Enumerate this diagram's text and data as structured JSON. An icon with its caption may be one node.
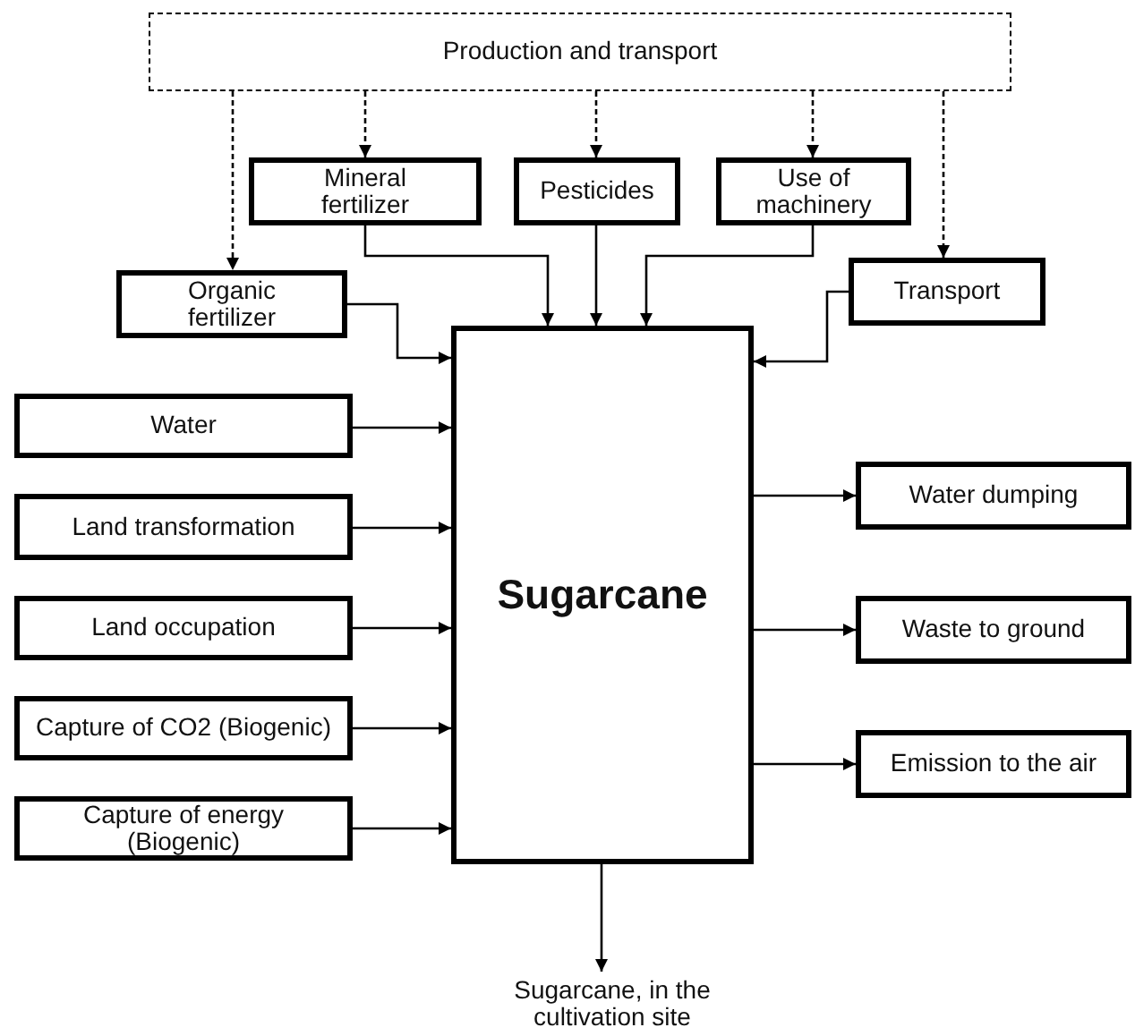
{
  "diagram": {
    "nodes": [
      {
        "text": [
          "Production and transport"
        ]
      },
      {
        "text": [
          "Mineral fertilizer"
        ]
      },
      {
        "text": [
          "Pesticides"
        ]
      },
      {
        "text": [
          "Use of machinery"
        ]
      },
      {
        "text": [
          "Organic fertilizer"
        ]
      },
      {
        "text": [
          "Transport"
        ]
      },
      {
        "text": [
          "Water"
        ]
      },
      {
        "text": [
          "Land transformation"
        ]
      },
      {
        "text": [
          "Land occupation"
        ]
      },
      {
        "text": [
          "Capture of CO2 (Biogenic)"
        ]
      },
      {
        "text": [
          "Capture of energy (Biogenic)"
        ]
      },
      {
        "text": [
          "Sugarcane"
        ]
      },
      {
        "text": [
          "Water dumping"
        ]
      },
      {
        "text": [
          "Waste to ground"
        ]
      },
      {
        "text": [
          "Emission to the air"
        ]
      },
      {
        "text": [
          "Sugarcane, in the cultivation site"
        ]
      }
    ],
    "edges": [
      {
        "from": 0,
        "to": 4,
        "arrow": "to",
        "style": "dashed"
      },
      {
        "from": 0,
        "to": 1,
        "arrow": "to",
        "style": "dashed"
      },
      {
        "from": 0,
        "to": 2,
        "arrow": "to",
        "style": "dashed"
      },
      {
        "from": 0,
        "to": 3,
        "arrow": "to",
        "style": "dashed"
      },
      {
        "from": 0,
        "to": 5,
        "arrow": "to",
        "style": "dashed"
      },
      {
        "from": 1,
        "to": 11,
        "arrow": "to"
      },
      {
        "from": 2,
        "to": 11,
        "arrow": "to"
      },
      {
        "from": 3,
        "to": 11,
        "arrow": "to"
      },
      {
        "from": 4,
        "to": 11,
        "arrow": "to"
      },
      {
        "from": 5,
        "to": 11,
        "arrow": "to"
      },
      {
        "from": 6,
        "to": 11,
        "arrow": "to"
      },
      {
        "from": 7,
        "to": 11,
        "arrow": "to"
      },
      {
        "from": 8,
        "to": 11,
        "arrow": "to"
      },
      {
        "from": 9,
        "to": 11,
        "arrow": "to"
      },
      {
        "from": 10,
        "to": 11,
        "arrow": "to"
      },
      {
        "from": 11,
        "to": 12,
        "arrow": "to"
      },
      {
        "from": 11,
        "to": 13,
        "arrow": "to"
      },
      {
        "from": 11,
        "to": 14,
        "arrow": "to"
      },
      {
        "from": 11,
        "to": 15,
        "arrow": "to"
      }
    ]
  }
}
